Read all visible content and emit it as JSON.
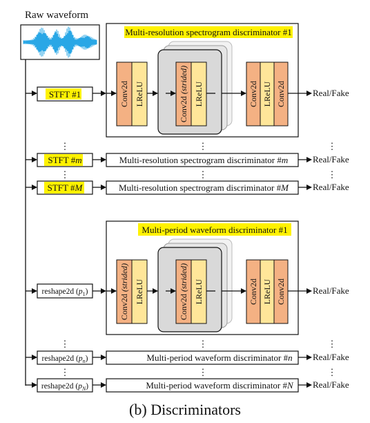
{
  "source_label": "Raw waveform",
  "caption": "(b) Discriminators",
  "output_label": "Real/Fake",
  "ellipsis": "⋮",
  "colors": {
    "highlight": "#fff200",
    "conv": "#f4b183",
    "lrelu": "#ffe699",
    "stack": "#d9d9d9",
    "wave": "#29a7e6"
  },
  "spectrogram": {
    "title": "Multi-resolution spectrogram discriminator #1",
    "stft_prefix": "STFT #",
    "stft_1": "1",
    "stft_m": "m",
    "stft_M": "M",
    "disc_prefix": "Multi-resolution spectrogram discriminator #",
    "disc_m": "m",
    "disc_M": "M"
  },
  "period": {
    "title": "Multi-period waveform discriminator #1",
    "reshape_prefix": "reshape2d (",
    "reshape_suffix": ")",
    "p_symbol": "p",
    "p_1": "1",
    "p_n": "n",
    "p_N": "N",
    "disc_prefix": "Multi-period waveform discriminator #",
    "disc_n": "n",
    "disc_N": "N"
  },
  "layers": {
    "conv": "Conv2d",
    "strided": "(strided)",
    "lrelu": "LReLU"
  }
}
